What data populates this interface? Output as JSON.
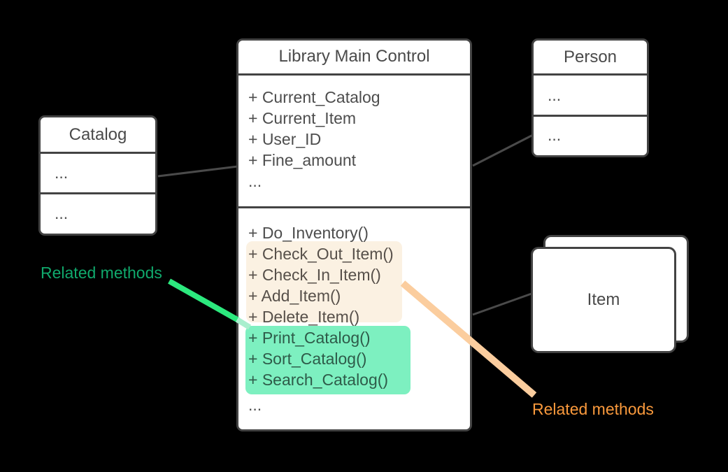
{
  "colors": {
    "background": "#000000",
    "box_fill": "#ffffff",
    "box_border": "#434343",
    "text": "#4d4d4d",
    "connector": "#4a4a4a",
    "highlight_peach_bg": "#fbf1e2",
    "highlight_green_bg": "#7df0c0",
    "annotation_green_line": "#2ce97e",
    "annotation_green_tip": "#a9efce",
    "annotation_green_text": "#10a96c",
    "annotation_orange_line": "#fbcd9e",
    "annotation_orange_text": "#f9993c"
  },
  "diagram": {
    "catalog": {
      "title": "Catalog",
      "rows": [
        "...",
        "..."
      ]
    },
    "library": {
      "title": "Library Main Control",
      "attributes": [
        "+ Current_Catalog",
        "+ Current_Item",
        "+ User_ID",
        "+ Fine_amount",
        "..."
      ],
      "methods": [
        {
          "text": "+ Do_Inventory()",
          "highlight": "none"
        },
        {
          "text": "+ Check_Out_Item()",
          "highlight": "peach"
        },
        {
          "text": "+ Check_In_Item()",
          "highlight": "peach"
        },
        {
          "text": "+ Add_Item()",
          "highlight": "peach"
        },
        {
          "text": "+ Delete_Item()",
          "highlight": "peach"
        },
        {
          "text": "+ Print_Catalog()",
          "highlight": "green"
        },
        {
          "text": "+ Sort_Catalog()",
          "highlight": "green"
        },
        {
          "text": "+ Search_Catalog()",
          "highlight": "green"
        },
        {
          "text": "...",
          "highlight": "none"
        }
      ]
    },
    "person": {
      "title": "Person",
      "rows": [
        "...",
        "..."
      ]
    },
    "item": {
      "title": "Item"
    },
    "annotations": {
      "green_label": "Related methods",
      "orange_label": "Related methods"
    }
  }
}
